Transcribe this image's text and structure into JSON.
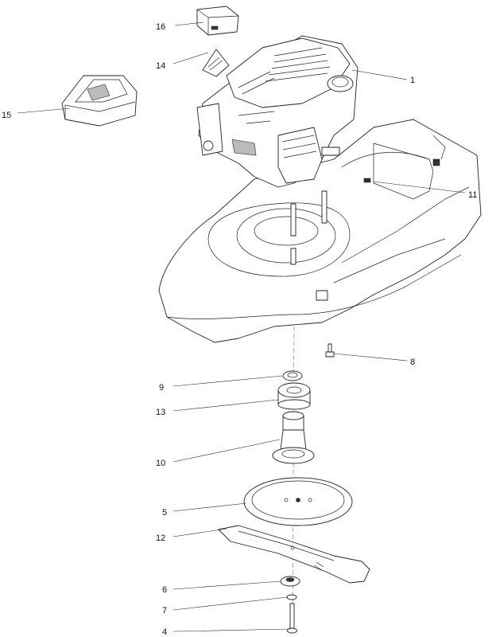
{
  "callouts": {
    "c1": "1",
    "c4": "4",
    "c5": "5",
    "c6": "6",
    "c7": "7",
    "c8": "8",
    "c9": "9",
    "c10": "10",
    "c11": "11",
    "c12": "12",
    "c13": "13",
    "c14": "14",
    "c15": "15",
    "c16": "16"
  }
}
